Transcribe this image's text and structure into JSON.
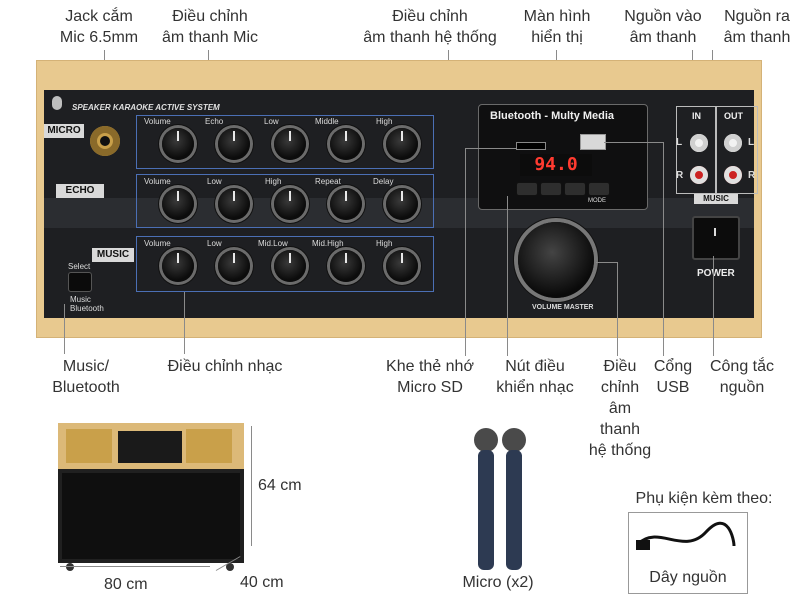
{
  "labels": {
    "jack_mic": [
      "Jack cắm",
      "Mic 6.5mm"
    ],
    "mic_sound": [
      "Điều chỉnh",
      "âm thanh Mic"
    ],
    "system_sound_top": [
      "Điều chỉnh",
      "âm thanh hệ thống"
    ],
    "display": [
      "Màn hình",
      "hiển thị"
    ],
    "audio_in": [
      "Nguồn vào",
      "âm thanh"
    ],
    "audio_out": [
      "Nguồn ra",
      "âm thanh"
    ],
    "music_bt": [
      "Music/",
      "Bluetooth"
    ],
    "music_adjust": "Điều chỉnh nhạc",
    "sd_slot": [
      "Khe thẻ nhớ",
      "Micro SD"
    ],
    "music_control": [
      "Nút điều",
      "khiển nhạc"
    ],
    "system_sound_bottom": [
      "Điều",
      "chỉnh",
      "âm",
      "thanh",
      "hệ thống"
    ],
    "usb": [
      "Cổng",
      "USB"
    ],
    "power_switch": [
      "Công tắc",
      "nguồn"
    ]
  },
  "panel": {
    "header": "SPEAKER KARAOKE ACTIVE SYSTEM",
    "tags": {
      "micro": "MICRO",
      "echo": "ECHO",
      "music": "MUSIC",
      "power": "POWER",
      "music_io": "MUSIC",
      "in": "IN",
      "out": "OUT"
    },
    "micro_knobs": [
      "Volume",
      "Echo",
      "Low",
      "Middle",
      "High"
    ],
    "echo_knobs": [
      "Volume",
      "Low",
      "High",
      "Repeat",
      "Delay"
    ],
    "music_knobs": [
      "Volume",
      "Low",
      "Mid.Low",
      "Mid.High",
      "High"
    ],
    "select_label": "Select",
    "select_opts": [
      "Music",
      "Bluetooth"
    ],
    "bt_title": "Bluetooth - Multy Media",
    "lcd_value": "94.0",
    "mode_label": "MODE",
    "volume_master": "VOLUME MASTER",
    "rca_l": "L",
    "rca_r": "R"
  },
  "dimensions": {
    "height": "64 cm",
    "width": "80 cm",
    "depth": "40 cm"
  },
  "micro_caption": "Micro (x2)",
  "accessory": {
    "title": "Phụ kiện kèm theo:",
    "item": "Dây nguồn"
  },
  "colors": {
    "panel": "#1e1f22",
    "wood": "#e8c98f",
    "group_outline": "#4b6fb5",
    "lcd_digits": "#ff3b30"
  }
}
